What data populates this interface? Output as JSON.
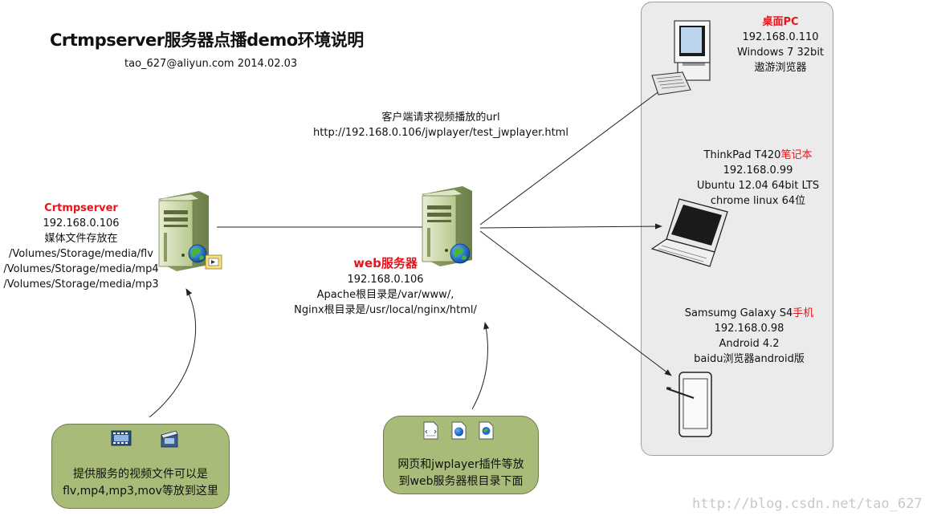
{
  "title": "Crtmpserver服务器点播demo环境说明",
  "author": "tao_627@aliyun.com 2014.02.03",
  "request": {
    "line1": "客户端请求视频播放的url",
    "line2": "http://192.168.0.106/jwplayer/test_jwplayer.html"
  },
  "crtmpserver": {
    "name": "Crtmpserver",
    "ip": "192.168.0.106",
    "desc": "媒体文件存放在",
    "paths": [
      "/Volumes/Storage/media/flv",
      "/Volumes/Storage/media/mp4",
      "/Volumes/Storage/media/mp3"
    ]
  },
  "webserver": {
    "name": "web服务器",
    "ip": "192.168.0.106",
    "apache": "Apache根目录是/var/www/,",
    "nginx": "Nginx根目录是/usr/local/nginx/html/"
  },
  "clients": {
    "pc": {
      "name": "桌面PC",
      "ip": "192.168.0.110",
      "os": "Windows 7 32bit",
      "browser": "遨游浏览器"
    },
    "laptop": {
      "name_prefix": "ThinkPad T420",
      "name_suffix": "笔记本",
      "ip": "192.168.0.99",
      "os": "Ubuntu 12.04 64bit LTS",
      "browser": "chrome linux 64位"
    },
    "phone": {
      "name_prefix": "Samsumg Galaxy S4",
      "name_suffix": "手机",
      "ip": "192.168.0.98",
      "os": "Android 4.2",
      "browser": "baidu浏览器android版"
    }
  },
  "notes": {
    "media": {
      "line1": "提供服务的视频文件可以是",
      "line2": "flv,mp4,mp3,mov等放到这里"
    },
    "web": {
      "line1": "网页和jwplayer插件等放",
      "line2": "到web服务器根目录下面"
    }
  },
  "watermark": "http://blog.csdn.net/tao_627",
  "colors": {
    "accent_red": "#e8141b",
    "note_green": "#a8bb78",
    "panel_gray": "#ebebeb",
    "server_green": "#c9d6a3"
  },
  "icons": [
    "server-icon",
    "globe-icon",
    "film-icon",
    "desktop-pc-icon",
    "laptop-icon",
    "tablet-phone-icon",
    "html-file-icon",
    "web-file-icon"
  ]
}
